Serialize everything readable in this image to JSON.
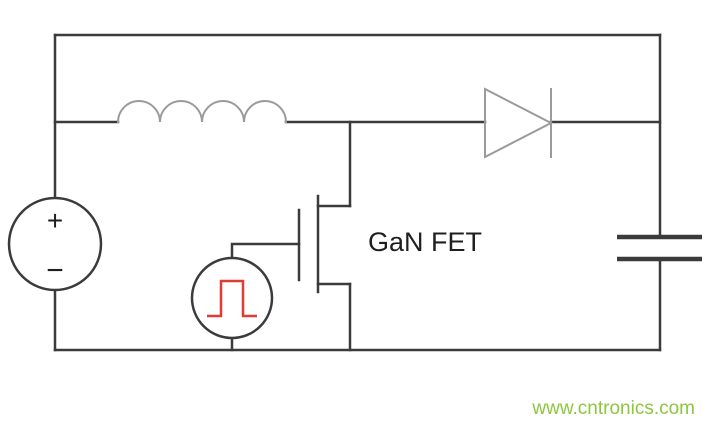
{
  "diagram": {
    "type": "circuit-schematic",
    "description": "Boost converter schematic with GaN FET switch",
    "labels": {
      "gan_fet": "GaN FET",
      "source_plus": "+",
      "source_minus": "−"
    },
    "watermark": {
      "text": "www.cntronics.com"
    },
    "components": [
      {
        "name": "dc-voltage-source"
      },
      {
        "name": "inductor"
      },
      {
        "name": "gan-fet-transistor"
      },
      {
        "name": "gate-pulse-source"
      },
      {
        "name": "diode"
      },
      {
        "name": "output-capacitor"
      }
    ],
    "colors": {
      "wire": "#3b3b3b",
      "component": "#9a9a9a",
      "pulse": "#e23b33",
      "ink": "#1f1f1f",
      "watermark": "#8dc63f"
    }
  }
}
